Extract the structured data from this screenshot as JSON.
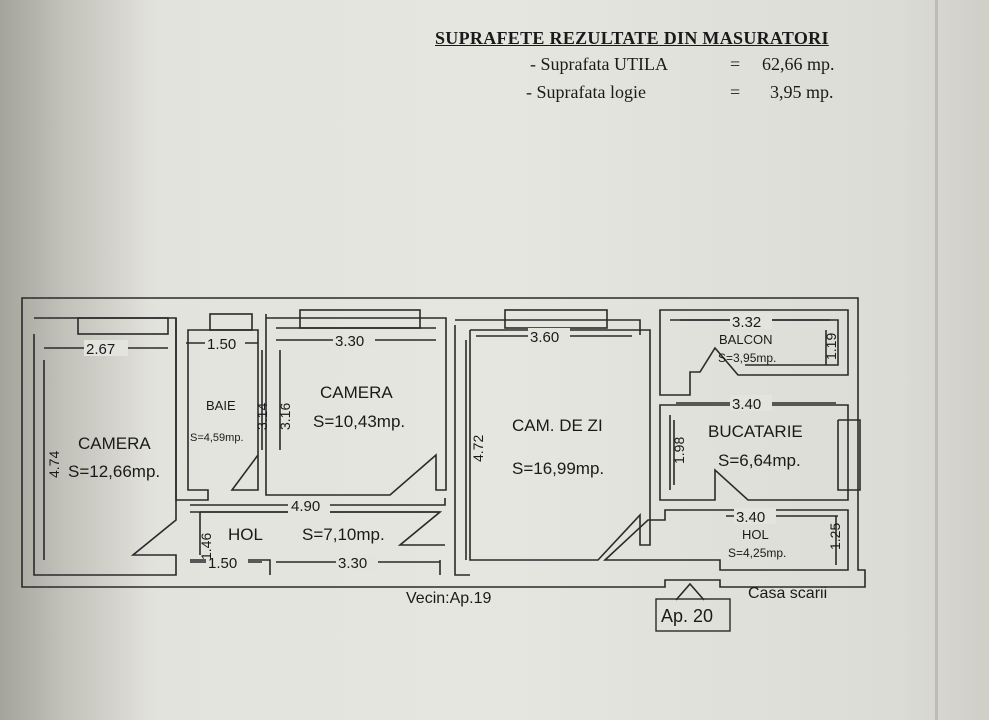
{
  "header": {
    "title": "SUPRAFETE REZULTATE DIN MASURATORI",
    "line1_label": "- Suprafata UTILA",
    "line1_eq": "=",
    "line1_value": "62,66 mp.",
    "line2_label": "- Suprafata logie",
    "line2_eq": "=",
    "line2_value": "3,95 mp."
  },
  "rooms": {
    "camera1_name": "CAMERA",
    "camera1_area": "S=12,66mp.",
    "baie_name": "BAIE",
    "baie_area": "S=4,59mp.",
    "camera2_name": "CAMERA",
    "camera2_area": "S=10,43mp.",
    "hol1_name": "HOL",
    "hol1_area": "S=7,10mp.",
    "camzi_name": "CAM. DE ZI",
    "camzi_area": "S=16,99mp.",
    "balcon_name": "BALCON",
    "balcon_area": "S=3,95mp.",
    "bucatarie_name": "BUCATARIE",
    "bucatarie_area": "S=6,64mp.",
    "hol2_name": "HOL",
    "hol2_area": "S=4,25mp."
  },
  "dimensions": {
    "d_267": "2.67",
    "d_474": "4.74",
    "d_150_top": "1.50",
    "d_314": "3.14",
    "d_330_top": "3.30",
    "d_316": "3.16",
    "d_360": "3.60",
    "d_472": "4.72",
    "d_490": "4.90",
    "d_146": "1.46",
    "d_150_bot": "1.50",
    "d_330_bot": "3.30",
    "d_332": "3.32",
    "d_119": "1.19",
    "d_340_kitchen": "3.40",
    "d_198": "1.98",
    "d_340_hol": "3.40",
    "d_125": "1.25"
  },
  "labels": {
    "vecin": "Vecin:Ap.19",
    "apartment": "Ap. 20",
    "casa_scarii": "Casa scarii"
  }
}
